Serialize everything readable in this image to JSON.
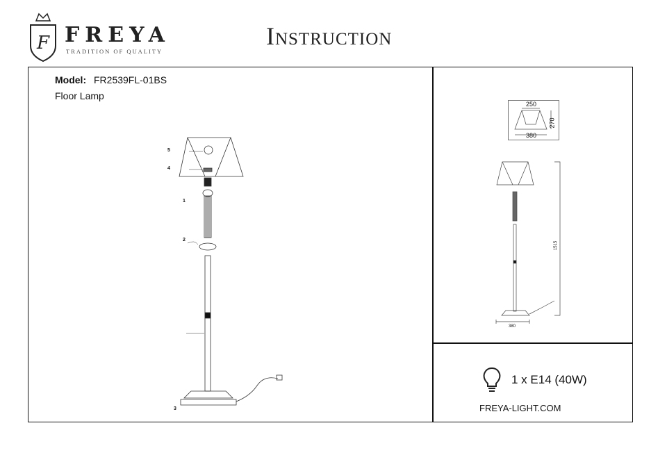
{
  "header": {
    "brand": "FREYA",
    "tagline": "TRADITION OF QUALITY",
    "title": "Instruction"
  },
  "product": {
    "model_label": "Model:",
    "model": "FR2539FL-01BS",
    "type": "Floor Lamp"
  },
  "diagram": {
    "callouts": [
      "1",
      "2",
      "3",
      "4",
      "5"
    ]
  },
  "dimensions": {
    "shade_top": "250",
    "shade_bottom": "380",
    "shade_height": "270",
    "total_height": "1515",
    "base_width": "380"
  },
  "spec": {
    "bulb": "1 x E14 (40W)",
    "website": "FREYA-LIGHT.COM"
  }
}
